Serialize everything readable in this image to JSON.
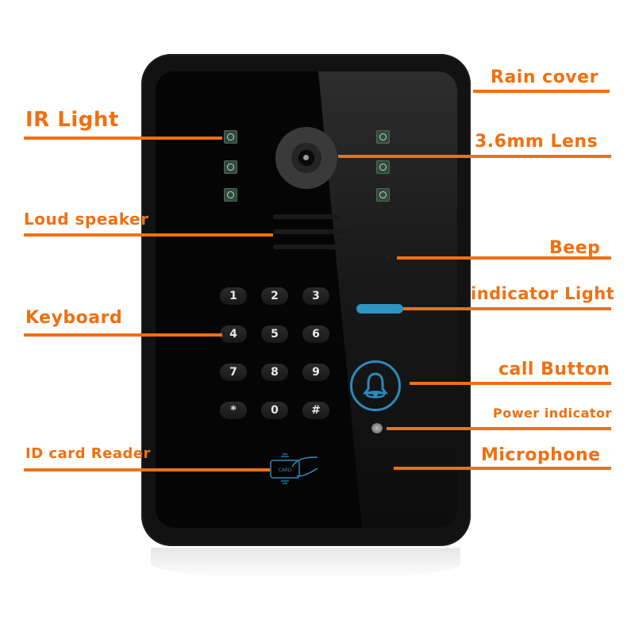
{
  "colors": {
    "accent_orange": "#f26f10",
    "led_blue": "#2f93c4",
    "device_black": "#121212"
  },
  "labels_left": [
    {
      "text": "IR Light"
    },
    {
      "text": "Loud speaker"
    },
    {
      "text": "Keyboard"
    },
    {
      "text": "ID card Reader"
    }
  ],
  "labels_right": [
    {
      "text": "Rain cover"
    },
    {
      "text": "3.6mm Lens"
    },
    {
      "text": "Beep"
    },
    {
      "text": "indicator Light"
    },
    {
      "text": "call Button"
    },
    {
      "text": "Power indicator"
    },
    {
      "text": "Microphone"
    }
  ],
  "keypad": {
    "keys": [
      "1",
      "2",
      "3",
      "4",
      "5",
      "6",
      "7",
      "8",
      "9",
      "*",
      "0",
      "#"
    ]
  },
  "card_reader": {
    "icon_text": "CARD",
    "icon": "card-tap-icon"
  },
  "call_button": {
    "icon": "bell-icon"
  }
}
